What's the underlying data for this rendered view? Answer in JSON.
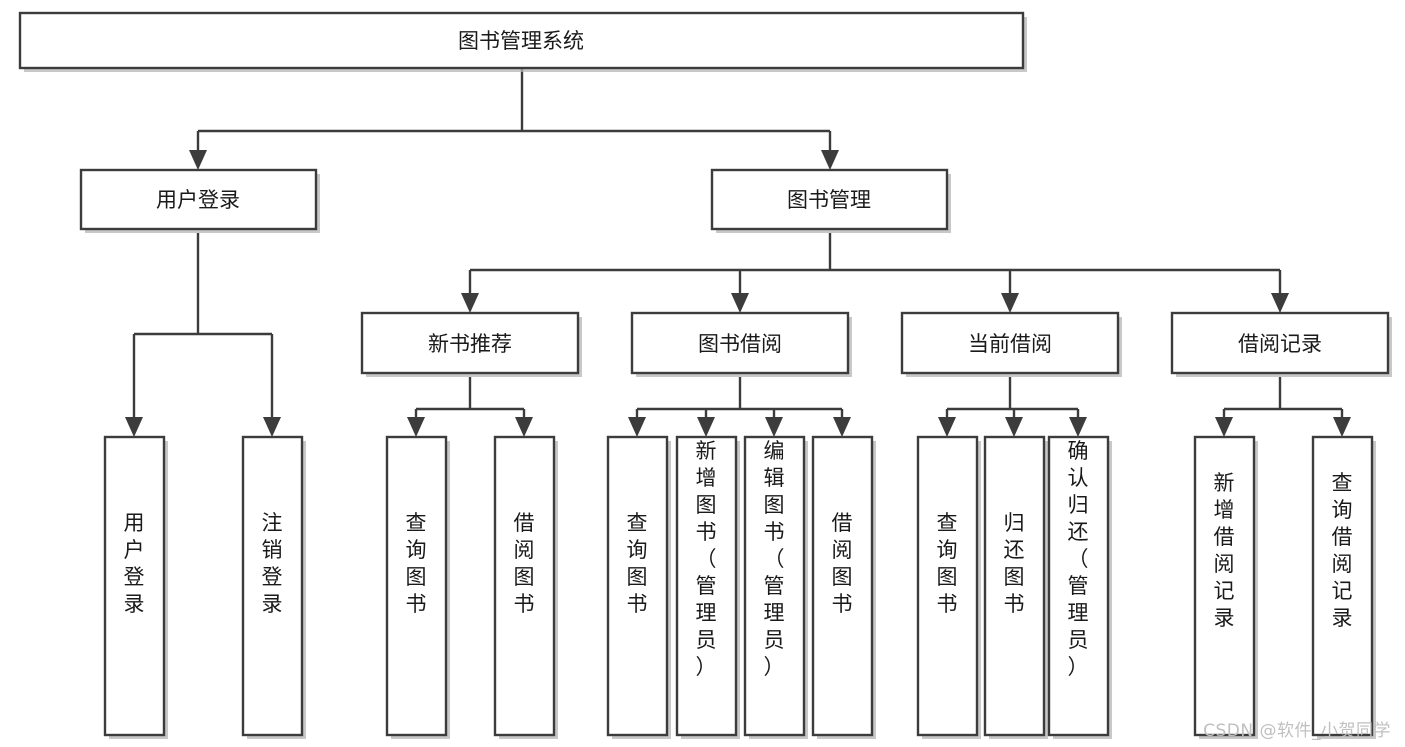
{
  "diagram": {
    "title": "图书管理系统",
    "type": "tree",
    "watermark": "CSDN @软件_小贺同学",
    "levels": {
      "root": {
        "label": "图书管理系统"
      },
      "level2": [
        {
          "id": "user-login",
          "label": "用户登录"
        },
        {
          "id": "book-management",
          "label": "图书管理"
        }
      ],
      "level3": [
        {
          "id": "new-book-recommend",
          "label": "新书推荐"
        },
        {
          "id": "book-borrow",
          "label": "图书借阅"
        },
        {
          "id": "current-borrow",
          "label": "当前借阅"
        },
        {
          "id": "borrow-record",
          "label": "借阅记录"
        }
      ],
      "leaves": {
        "user-login": [
          {
            "id": "leaf-user-login",
            "label": "用户登录"
          },
          {
            "id": "leaf-logout",
            "label": "注销登录"
          }
        ],
        "new-book-recommend": [
          {
            "id": "leaf-query-book-1",
            "label": "查询图书"
          },
          {
            "id": "leaf-borrow-book-1",
            "label": "借阅图书"
          }
        ],
        "book-borrow": [
          {
            "id": "leaf-query-book-2",
            "label": "查询图书"
          },
          {
            "id": "leaf-add-book",
            "label": "新增图书（管理员）"
          },
          {
            "id": "leaf-edit-book",
            "label": "编辑图书（管理员）"
          },
          {
            "id": "leaf-borrow-book-2",
            "label": "借阅图书"
          }
        ],
        "current-borrow": [
          {
            "id": "leaf-query-book-3",
            "label": "查询图书"
          },
          {
            "id": "leaf-return-book",
            "label": "归还图书"
          },
          {
            "id": "leaf-confirm-return",
            "label": "确认归还（管理员）"
          }
        ],
        "borrow-record": [
          {
            "id": "leaf-add-record",
            "label": "新增借阅记录"
          },
          {
            "id": "leaf-query-record",
            "label": "查询借阅记录"
          }
        ]
      }
    },
    "colors": {
      "box_stroke": "#3c3c3c",
      "box_fill": "#ffffff",
      "text": "#1a1a1a",
      "watermark": "#c0c0c0",
      "background": "#ffffff"
    }
  }
}
